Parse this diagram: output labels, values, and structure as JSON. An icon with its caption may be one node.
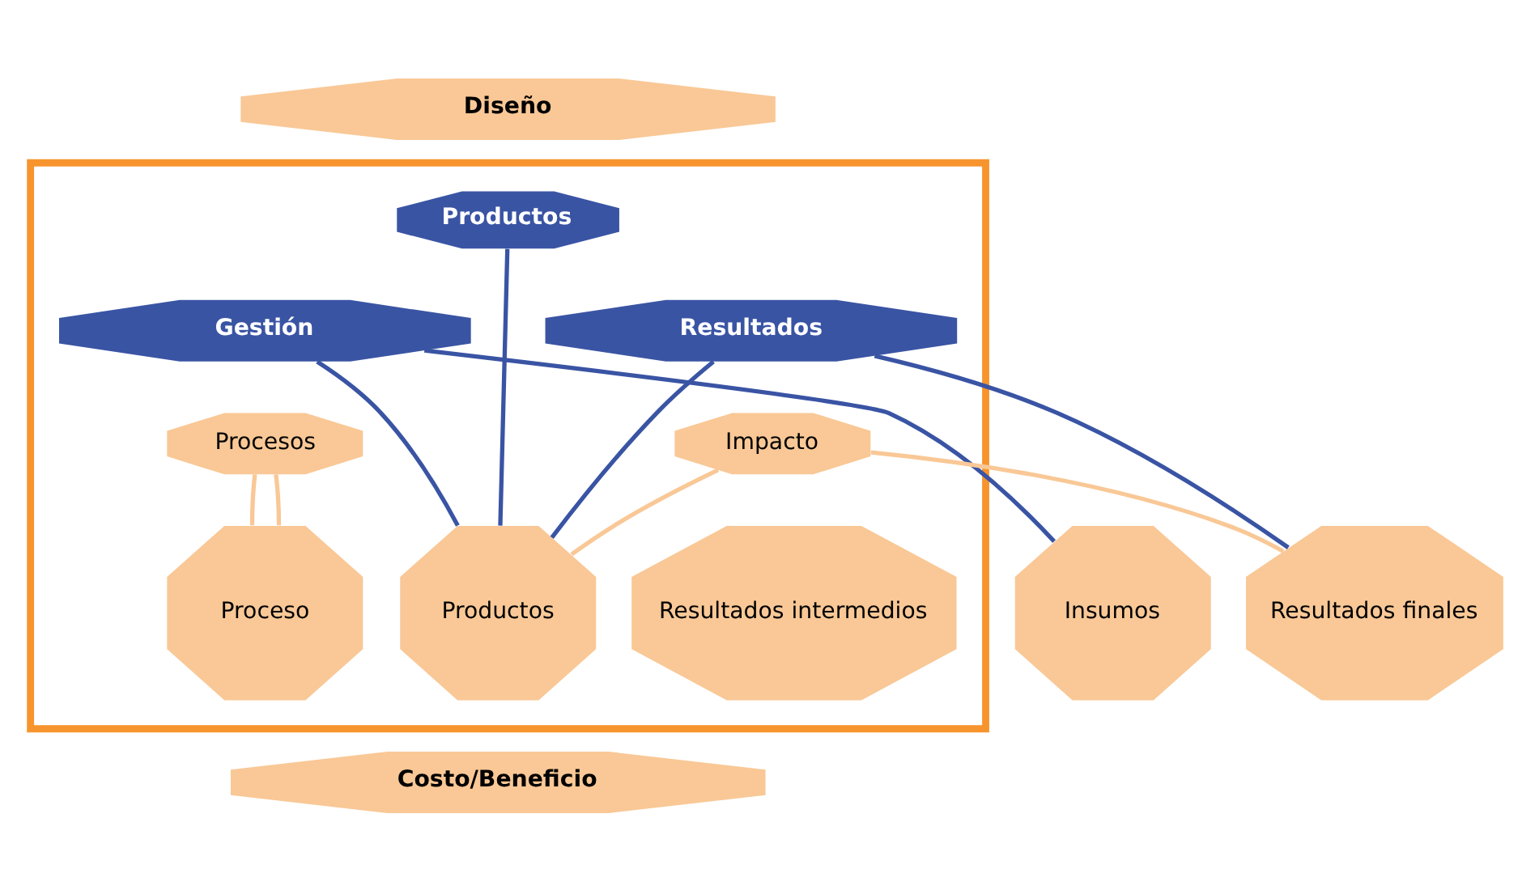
{
  "diagram": {
    "nodes": [
      {
        "text": [
          "Diseño"
        ]
      },
      {
        "text": [],
        "shape": "box"
      },
      {
        "text": [
          "Productos"
        ],
        "in": 1
      },
      {
        "text": [
          "Gestión"
        ],
        "in": 1
      },
      {
        "text": [
          "Resultados"
        ],
        "in": 1
      },
      {
        "text": [
          "Procesos"
        ],
        "in": 1
      },
      {
        "text": [
          "Impacto"
        ],
        "in": 1
      },
      {
        "text": [
          "Insumos"
        ]
      },
      {
        "text": [
          "Proceso"
        ],
        "in": 1
      },
      {
        "text": [
          "Productos"
        ],
        "in": 1
      },
      {
        "text": [
          "Resultados intermedios"
        ],
        "in": 1
      },
      {
        "text": [
          "Resultados finales"
        ]
      },
      {
        "text": [
          "Costo/Beneficio"
        ]
      }
    ],
    "edges": [
      {
        "from": 3,
        "to": 7,
        "arrow": "none"
      },
      {
        "from": 3,
        "to": 9,
        "arrow": "none"
      },
      {
        "from": 2,
        "to": 9,
        "arrow": "none"
      },
      {
        "from": 4,
        "to": 9,
        "arrow": "none"
      },
      {
        "from": 4,
        "to": 11,
        "arrow": "none"
      },
      {
        "from": 5,
        "to": 8,
        "arrow": "none",
        "color": "#f9c896"
      },
      {
        "from": 5,
        "to": 8,
        "arrow": "none",
        "color": "#f9c896"
      },
      {
        "from": 6,
        "to": 9,
        "arrow": "none",
        "color": "#f9c896"
      },
      {
        "from": 6,
        "to": 11,
        "arrow": "none",
        "color": "#f9c896"
      }
    ]
  }
}
